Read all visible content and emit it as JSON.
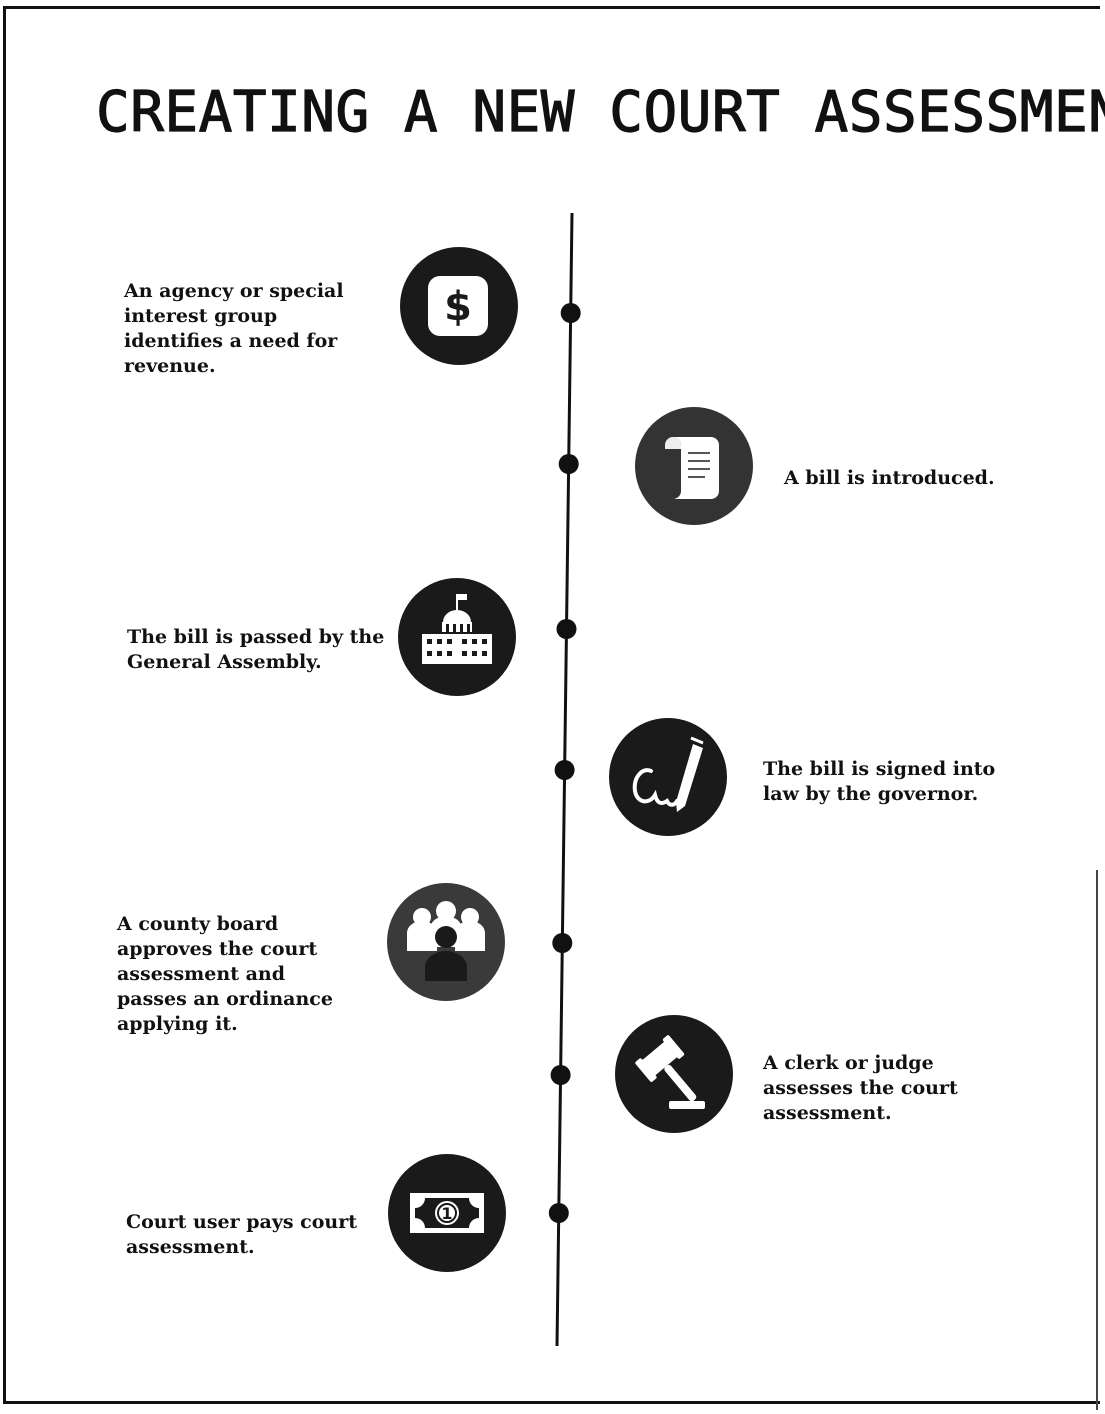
{
  "title": "CREATING A NEW COURT ASSESSMENT",
  "colors": {
    "ink": "#111111",
    "icon_fill": "#1a1a1a",
    "icon_glyph": "#ffffff"
  },
  "steps": [
    {
      "order": 1,
      "side": "left",
      "icon": "dollar-icon",
      "text_lines": [
        "An agency or special",
        "interest group",
        "identifies a need for",
        "revenue."
      ]
    },
    {
      "order": 2,
      "side": "right",
      "icon": "scroll-icon",
      "text_lines": [
        "A bill is introduced."
      ]
    },
    {
      "order": 3,
      "side": "left",
      "icon": "capitol-icon",
      "text_lines": [
        "The bill is passed by the",
        "General Assembly."
      ]
    },
    {
      "order": 4,
      "side": "right",
      "icon": "pen-signature-icon",
      "text_lines": [
        "The bill is signed into",
        "law by the governor."
      ]
    },
    {
      "order": 5,
      "side": "left",
      "icon": "people-group-icon",
      "text_lines": [
        "A county board",
        "approves the court",
        "assessment and",
        "passes an ordinance",
        "applying it."
      ]
    },
    {
      "order": 6,
      "side": "right",
      "icon": "gavel-icon",
      "text_lines": [
        "A clerk or judge",
        "assesses the court",
        "assessment."
      ]
    },
    {
      "order": 7,
      "side": "left",
      "icon": "dollar-bill-icon",
      "text_lines": [
        "Court user pays court",
        "assessment."
      ]
    }
  ]
}
